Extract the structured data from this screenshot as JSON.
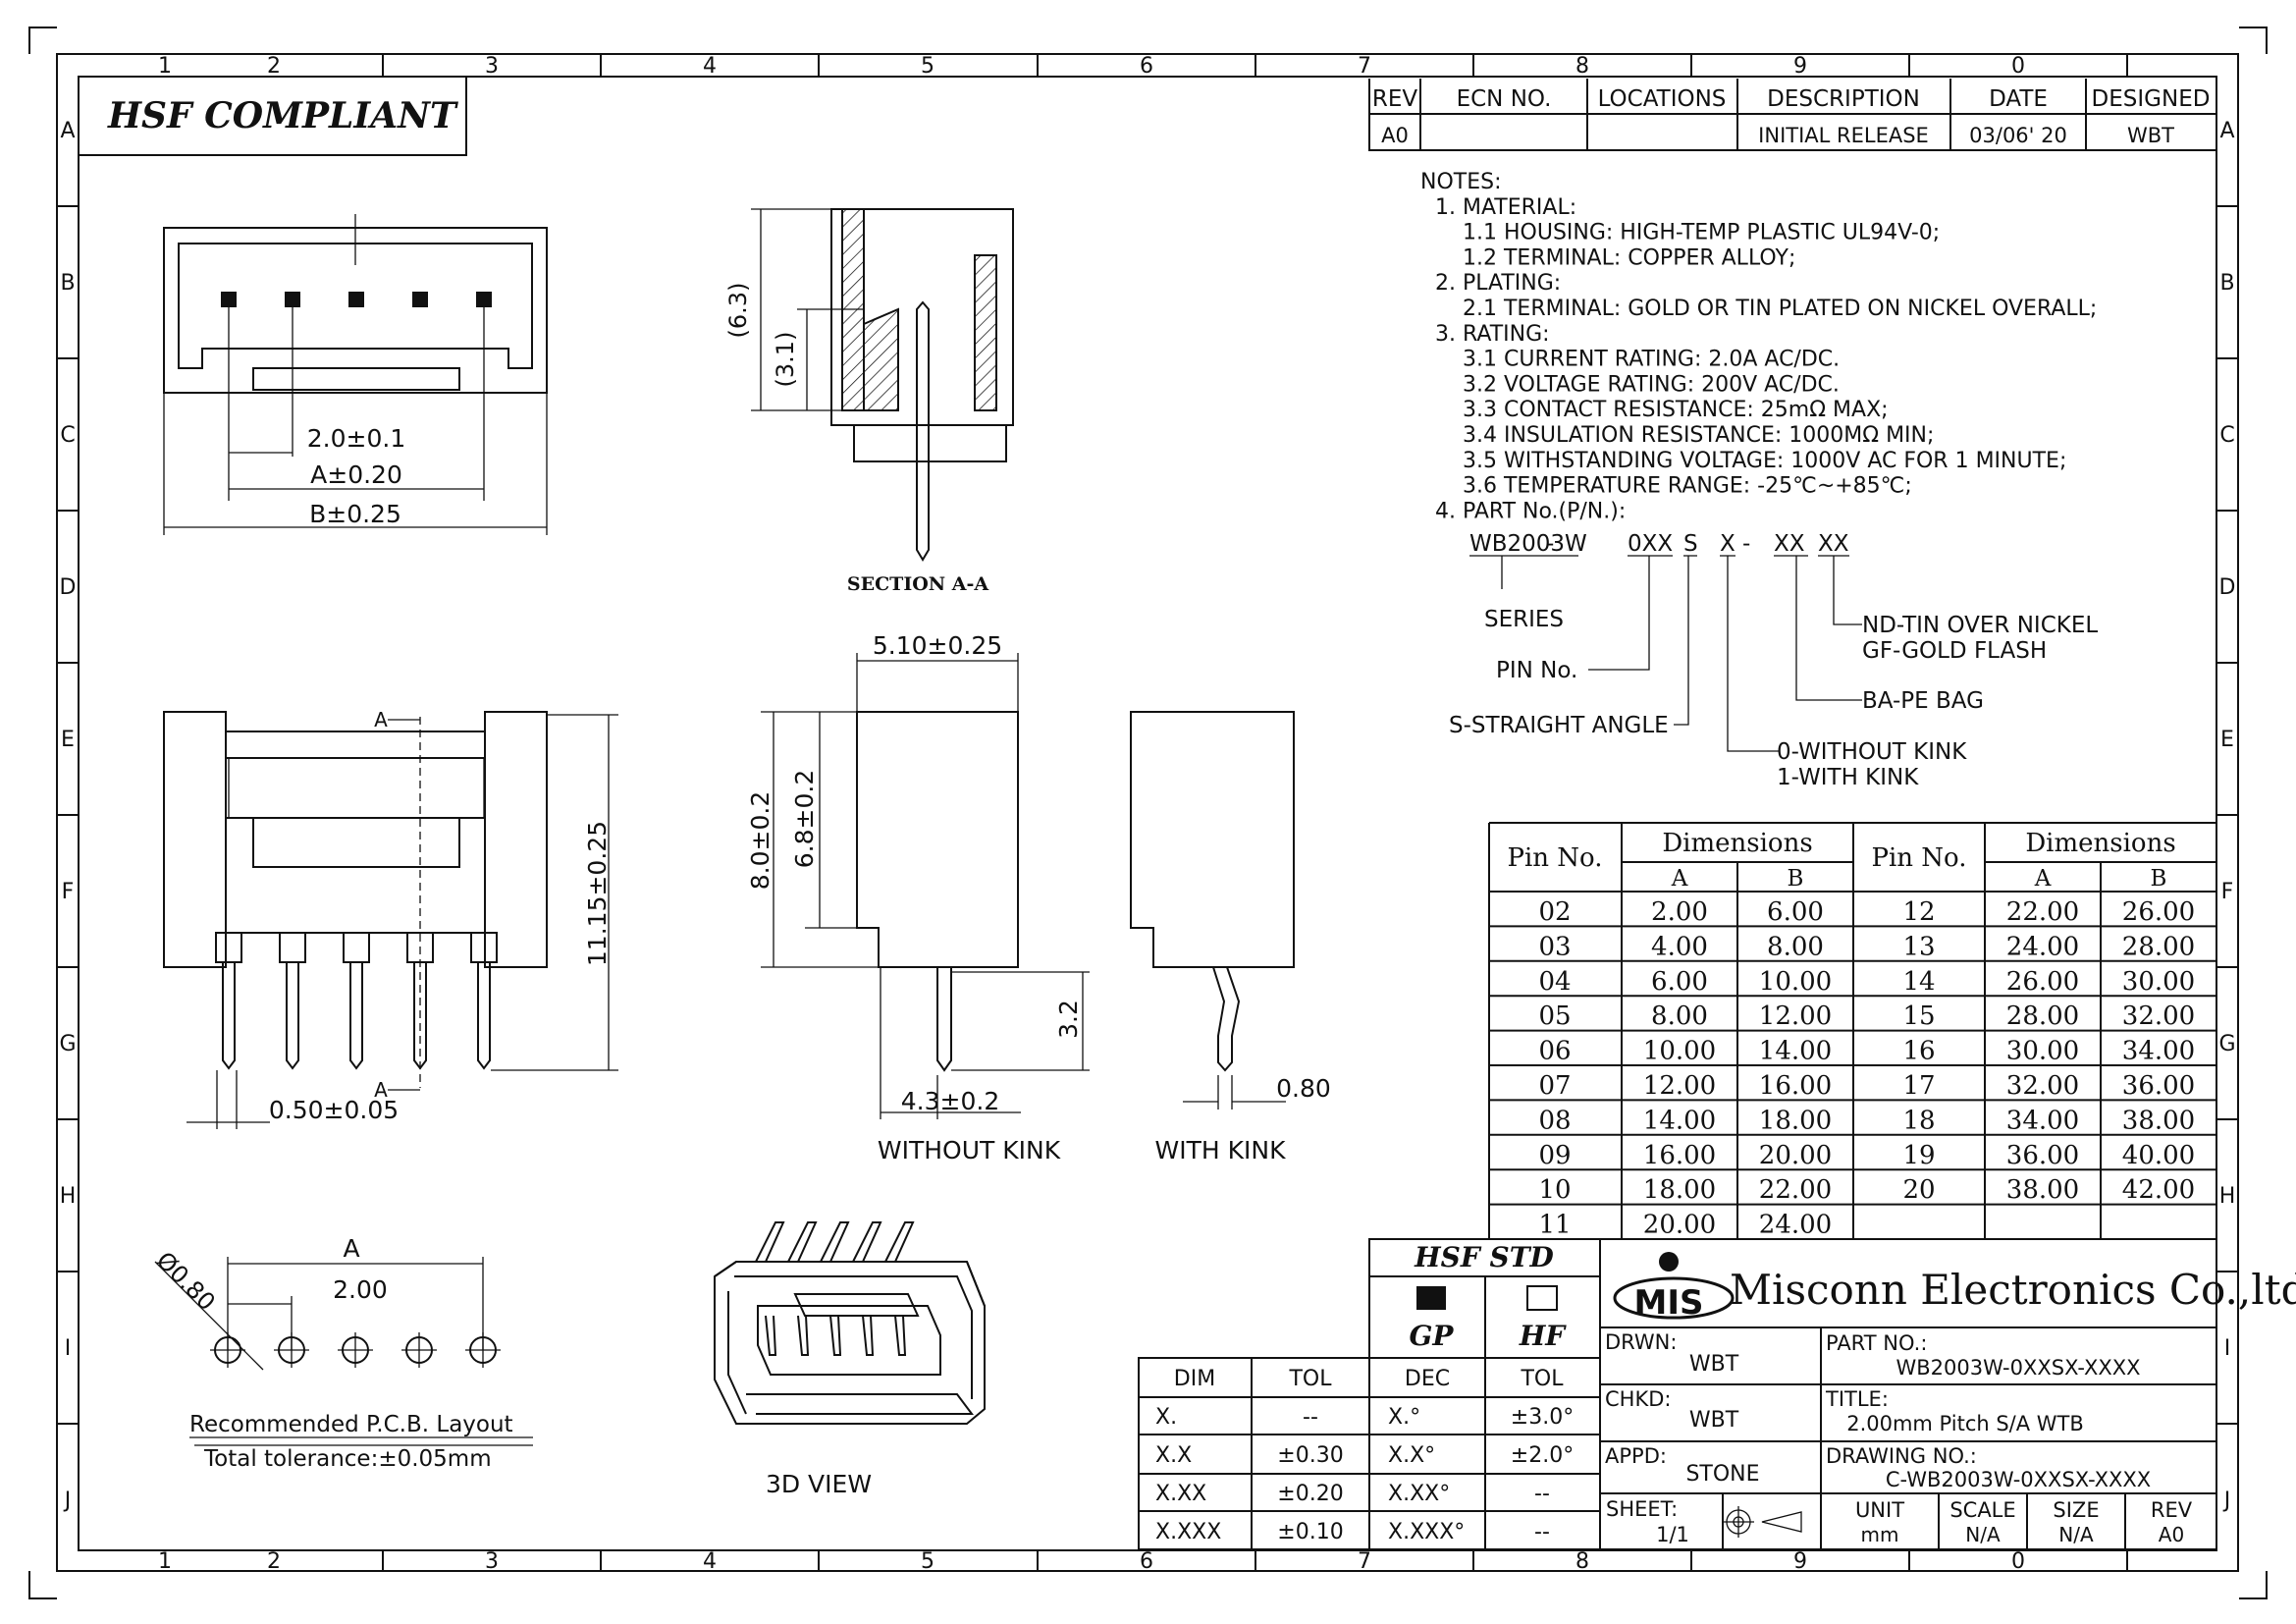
{
  "zones": {
    "columns": [
      "1",
      "2",
      "3",
      "4",
      "5",
      "6",
      "7",
      "8",
      "9",
      "0"
    ],
    "rows": [
      "A",
      "B",
      "C",
      "D",
      "E",
      "F",
      "G",
      "H",
      "I",
      "J"
    ]
  },
  "compliance": "HSF COMPLIANT",
  "revision_table": {
    "headers": [
      "REV",
      "ECN NO.",
      "LOCATIONS",
      "DESCRIPTION",
      "DATE",
      "DESIGNED"
    ],
    "row": [
      "A0",
      "",
      "",
      "INITIAL RELEASE",
      "03/06' 20",
      "WBT"
    ]
  },
  "notes": [
    "NOTES:",
    "1. MATERIAL:",
    "1.1 HOUSING: HIGH-TEMP PLASTIC UL94V-0;",
    "1.2 TERMINAL: COPPER ALLOY;",
    "2. PLATING:",
    "2.1 TERMINAL: GOLD OR TIN PLATED ON NICKEL OVERALL;",
    "3. RATING:",
    "3.1 CURRENT RATING: 2.0A AC/DC.",
    "3.2 VOLTAGE RATING: 200V AC/DC.",
    "3.3 CONTACT RESISTANCE: 25mΩ MAX;",
    "3.4 INSULATION RESISTANCE: 1000MΩ MIN;",
    "3.5 WITHSTANDING VOLTAGE: 1000V AC FOR 1 MINUTE;",
    "3.6 TEMPERATURE RANGE: -25℃~+85℃;",
    "4. PART No.(P/N.):"
  ],
  "part_number": {
    "segments": [
      "WB2003W",
      "-",
      "0XX",
      "S",
      "X",
      "-",
      "XX",
      "XX"
    ],
    "series": "SERIES",
    "pin_no": "PIN No.",
    "straight": "S-STRAIGHT ANGLE",
    "kink0": "0-WITHOUT KINK",
    "kink1": "1-WITH KINK",
    "bag": "BA-PE BAG",
    "plating1": "ND-TIN OVER NICKEL",
    "plating2": "GF-GOLD FLASH"
  },
  "dimension_table": {
    "pin_header": "Pin No.",
    "dim_header": "Dimensions",
    "col_a": "A",
    "col_b": "B",
    "left_rows": [
      [
        "02",
        "2.00",
        "6.00"
      ],
      [
        "03",
        "4.00",
        "8.00"
      ],
      [
        "04",
        "6.00",
        "10.00"
      ],
      [
        "05",
        "8.00",
        "12.00"
      ],
      [
        "06",
        "10.00",
        "14.00"
      ],
      [
        "07",
        "12.00",
        "16.00"
      ],
      [
        "08",
        "14.00",
        "18.00"
      ],
      [
        "09",
        "16.00",
        "20.00"
      ],
      [
        "10",
        "18.00",
        "22.00"
      ],
      [
        "11",
        "20.00",
        "24.00"
      ]
    ],
    "right_rows": [
      [
        "12",
        "22.00",
        "26.00"
      ],
      [
        "13",
        "24.00",
        "28.00"
      ],
      [
        "14",
        "26.00",
        "30.00"
      ],
      [
        "15",
        "28.00",
        "32.00"
      ],
      [
        "16",
        "30.00",
        "34.00"
      ],
      [
        "17",
        "32.00",
        "36.00"
      ],
      [
        "18",
        "34.00",
        "38.00"
      ],
      [
        "19",
        "36.00",
        "40.00"
      ],
      [
        "20",
        "38.00",
        "42.00"
      ]
    ]
  },
  "views": {
    "top_pitch": "2.0±0.1",
    "top_a": "A±0.20",
    "top_b": "B±0.25",
    "section_title": "SECTION A-A",
    "section_h1": "(6.3)",
    "section_h2": "(3.1)",
    "side_width": "5.10±0.25",
    "side_h1": "8.0±0.2",
    "side_h2": "6.8±0.2",
    "side_pin": "3.2",
    "side_offset": "4.3±0.2",
    "without_kink": "WITHOUT KINK",
    "with_kink": "WITH KINK",
    "kink_dim": "0.80",
    "front_height": "11.15±0.25",
    "front_pin": "0.50±0.05",
    "section_marker": "A",
    "pcb_a": "A",
    "pcb_pitch": "2.00",
    "pcb_hole": "Ø0.80",
    "pcb_title": "Recommended P.C.B. Layout",
    "pcb_tol": "Total tolerance:±0.05mm",
    "view_3d": "3D VIEW"
  },
  "hsf_std": {
    "title": "HSF STD",
    "gp": "GP",
    "hf": "HF"
  },
  "tolerance_table": {
    "headers": [
      "DIM",
      "TOL",
      "DEC",
      "TOL"
    ],
    "rows": [
      [
        "X.",
        "--",
        "X.°",
        "±3.0°"
      ],
      [
        "X.X",
        "±0.30",
        "X.X°",
        "±2.0°"
      ],
      [
        "X.XX",
        "±0.20",
        "X.XX°",
        "--"
      ],
      [
        "X.XXX",
        "±0.10",
        "X.XXX°",
        "--"
      ]
    ]
  },
  "title_block": {
    "logo": "MIS",
    "company": "Misconn Electronics Co.,ltd.",
    "drwn_label": "DRWN:",
    "drwn": "WBT",
    "chkd_label": "CHKD:",
    "chkd": "WBT",
    "appd_label": "APPD:",
    "appd": "STONE",
    "sheet_label": "SHEET:",
    "sheet": "1/1",
    "part_label": "PART NO.:",
    "part": "WB2003W-0XXSX-XXXX",
    "title_label": "TITLE:",
    "title": "2.00mm Pitch S/A WTB",
    "drawing_label": "DRAWING NO.:",
    "drawing": "C-WB2003W-0XXSX-XXXX",
    "unit_label": "UNIT",
    "unit": "mm",
    "scale_label": "SCALE",
    "scale": "N/A",
    "size_label": "SIZE",
    "size": "N/A",
    "rev_label": "REV",
    "rev": "A0"
  }
}
